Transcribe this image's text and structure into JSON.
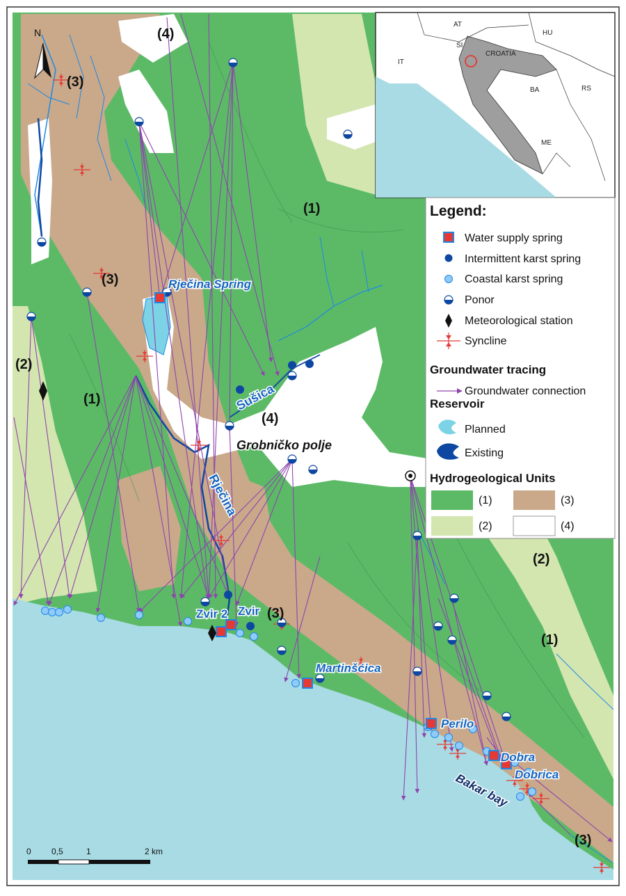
{
  "north_label": "N",
  "legend": {
    "title": "Legend:",
    "symbols": [
      {
        "label": "Water supply spring",
        "icon": "red-square-icon"
      },
      {
        "label": "Intermittent karst spring",
        "icon": "dark-blue-dot-icon"
      },
      {
        "label": "Coastal karst spring",
        "icon": "light-blue-dot-icon"
      },
      {
        "label": "Ponor",
        "icon": "half-circle-icon"
      },
      {
        "label": "Meteorological station",
        "icon": "black-diamond-icon"
      },
      {
        "label": "Syncline",
        "icon": "syncline-icon"
      }
    ],
    "groundwater_heading": "Groundwater tracing",
    "groundwater_item": "Groundwater connection",
    "reservoir_heading": "Reservoir",
    "reservoir_items": [
      "Planned",
      "Existing"
    ],
    "units_heading": "Hydrogeological Units",
    "units": [
      {
        "label": "(1)",
        "color": "#5cba67"
      },
      {
        "label": "(3)",
        "color": "#c9a98a"
      },
      {
        "label": "(2)",
        "color": "#d4e6b0"
      },
      {
        "label": "(4)",
        "color": "#ffffff"
      }
    ]
  },
  "map_labels": {
    "unit_labels": [
      "(4)",
      "(3)",
      "(1)",
      "(3)",
      "(2)",
      "(1)",
      "(4)",
      "(3)",
      "(2)",
      "(1)",
      "(3)"
    ],
    "springs": [
      "Rječina Spring",
      "Zvir 2",
      "Zvir",
      "Martinšćica",
      "Perilo",
      "Dobra",
      "Dobrica"
    ],
    "rivers": [
      "Sušica",
      "Rječina"
    ],
    "places": [
      "Grobničko polje",
      "Bakar bay"
    ]
  },
  "inset": {
    "labels": [
      "AT",
      "HU",
      "SI",
      "CROATIA",
      "IT",
      "BA",
      "RS",
      "ME"
    ]
  },
  "scale": {
    "ticks": [
      "0",
      "0,5",
      "1",
      "2 km"
    ]
  },
  "colors": {
    "unit1": "#5cba67",
    "unit2": "#d4e6b0",
    "unit3": "#c9a98a",
    "unit4": "#ffffff",
    "sea": "#a8dbe4",
    "river": "#1e88e5",
    "tracer": "#8e44ad",
    "spring_red": "#e53935",
    "spring_dark": "#0d47a1"
  }
}
